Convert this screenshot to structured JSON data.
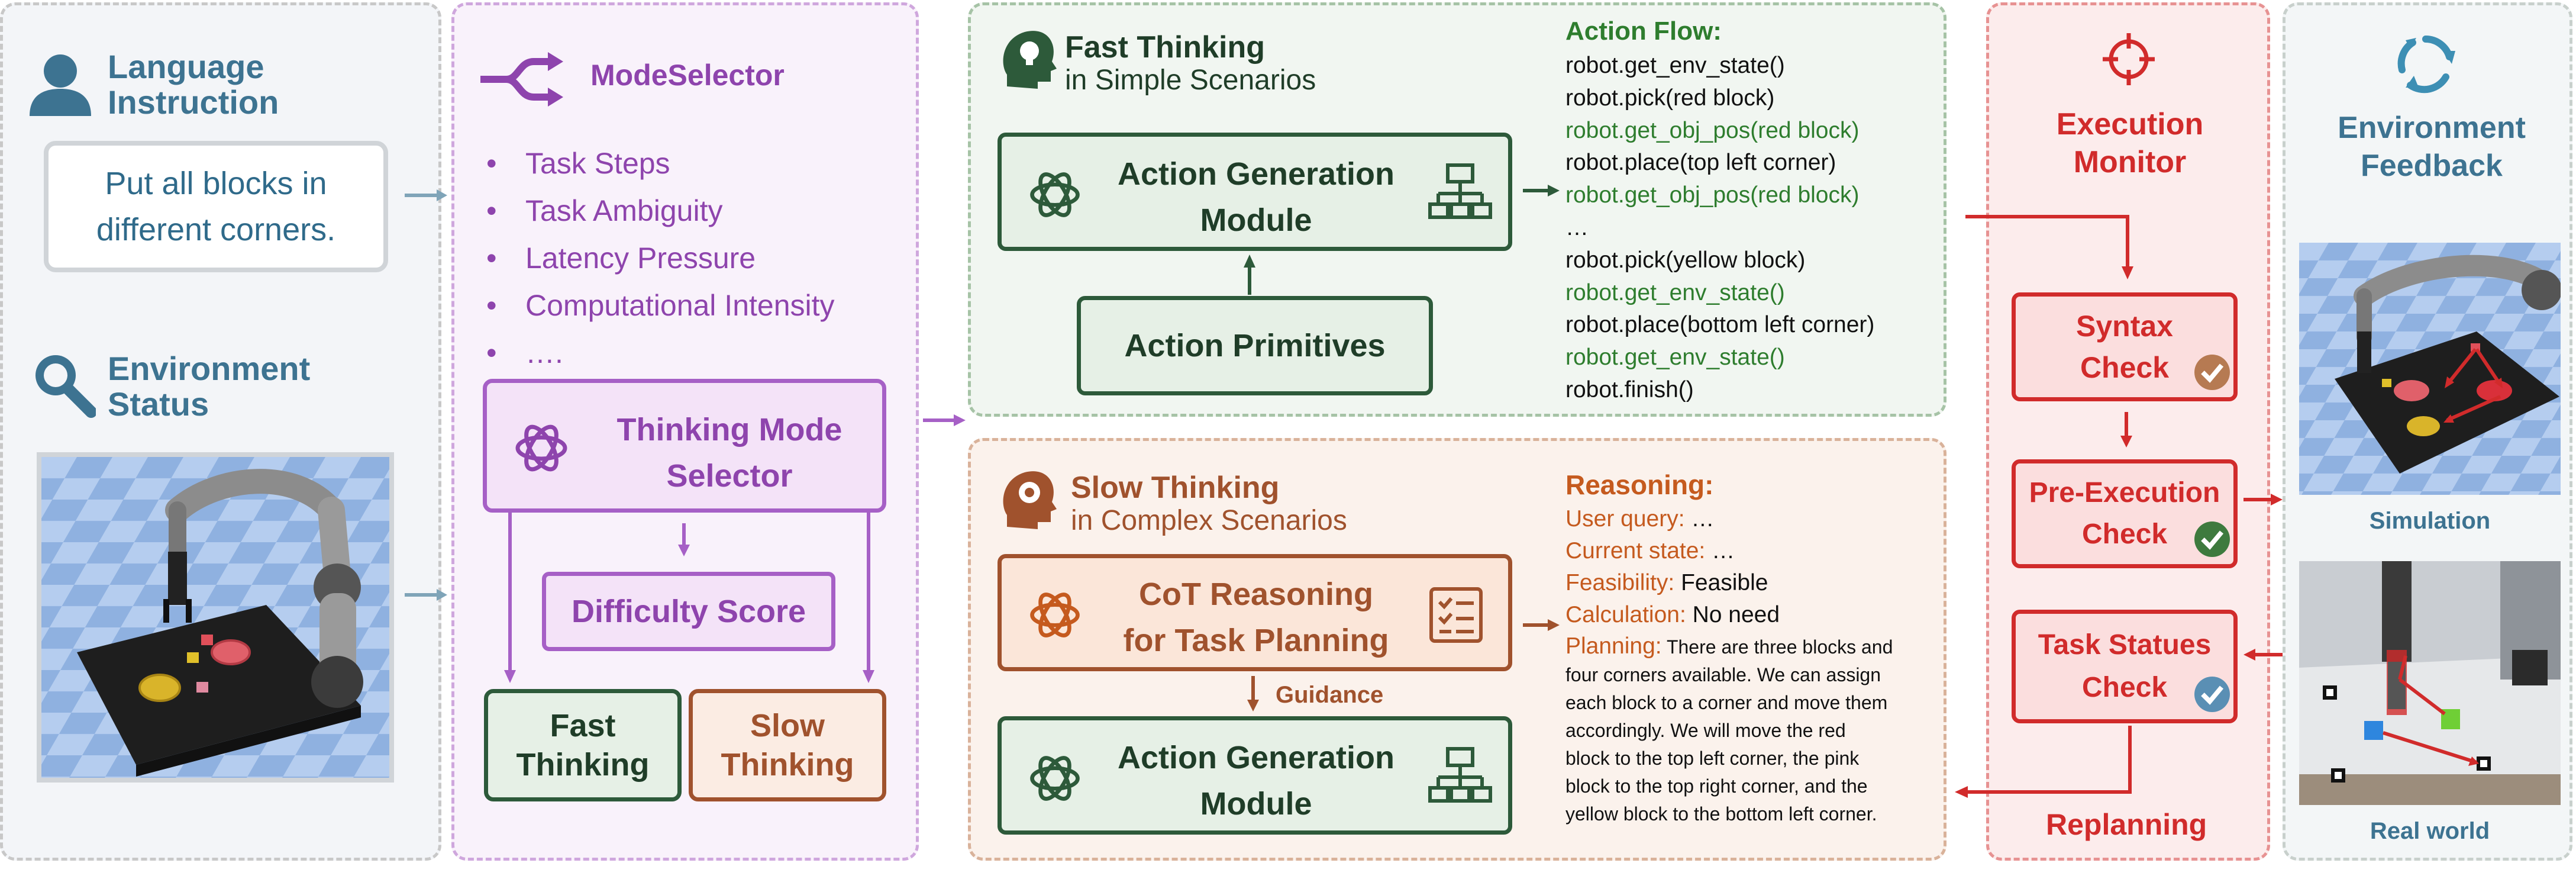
{
  "input_panel": {
    "language_title_line1": "Language",
    "language_title_line2": "Instruction",
    "instruction_line1": "Put all blocks in",
    "instruction_line2": "different corners.",
    "env_title_line1": "Environment",
    "env_title_line2": "Status"
  },
  "mode_selector": {
    "title": "ModeSelector",
    "bullets": [
      "Task Steps",
      "Task Ambiguity",
      "Latency Pressure",
      "Computational Intensity",
      "…."
    ],
    "selector_line1": "Thinking Mode",
    "selector_line2": "Selector",
    "difficulty": "Difficulty Score",
    "fast_line1": "Fast",
    "fast_line2": "Thinking",
    "slow_line1": "Slow",
    "slow_line2": "Thinking"
  },
  "fast_thinking": {
    "title": "Fast Thinking",
    "subtitle": "in Simple Scenarios",
    "agm_line1": "Action Generation",
    "agm_line2": "Module",
    "primitives": "Action Primitives",
    "flow_title": "Action Flow:",
    "flow": [
      {
        "text": "robot.get_env_state()",
        "green": false
      },
      {
        "text": "robot.pick(red block)",
        "green": false
      },
      {
        "text": "robot.get_obj_pos(red block)",
        "green": true
      },
      {
        "text": "robot.place(top left corner)",
        "green": false
      },
      {
        "text": "robot.get_obj_pos(red block)",
        "green": true
      },
      {
        "text": "…",
        "green": false
      },
      {
        "text": "robot.pick(yellow block)",
        "green": false
      },
      {
        "text": "robot.get_env_state()",
        "green": true
      },
      {
        "text": "robot.place(bottom left corner)",
        "green": false
      },
      {
        "text": "robot.get_env_state()",
        "green": true
      },
      {
        "text": "robot.finish()",
        "green": false
      }
    ]
  },
  "slow_thinking": {
    "title": "Slow Thinking",
    "subtitle": "in Complex Scenarios",
    "cot_line1": "CoT Reasoning",
    "cot_line2": "for Task Planning",
    "guidance": "Guidance",
    "agm_line1": "Action Generation",
    "agm_line2": "Module",
    "reasoning_title": "Reasoning:",
    "user_query_label": "User query:",
    "user_query_value": " …",
    "current_state_label": "Current state:",
    "current_state_value": " …",
    "feasibility_label": "Feasibility:",
    "feasibility_value": " Feasible",
    "calculation_label": "Calculation:",
    "calculation_value": " No need",
    "planning_label": "Planning:",
    "planning_lines": [
      " There are three blocks and",
      "four corners available. We can assign",
      "each block to a corner and move them",
      "accordingly. We will move the red",
      "block to the top left corner, the pink",
      "block to the top right corner, and the",
      "yellow block to the bottom left corner."
    ]
  },
  "execution_monitor": {
    "title_line1": "Execution",
    "title_line2": "Monitor",
    "syntax_line1": "Syntax",
    "syntax_line2": "Check",
    "pre_line1": "Pre-Execution",
    "pre_line2": "Check",
    "task_line1": "Task Statues",
    "task_line2": "Check",
    "replanning": "Replanning"
  },
  "environment_feedback": {
    "title_line1": "Environment",
    "title_line2": "Feedback",
    "simulation": "Simulation",
    "real_world": "Real world"
  },
  "colors": {
    "blue": "#3d7391",
    "purple": "#8e44ad",
    "green": "#2d5a3a",
    "code_green": "#2e7d2e",
    "brown": "#a0522d",
    "red": "#d12b2b"
  }
}
